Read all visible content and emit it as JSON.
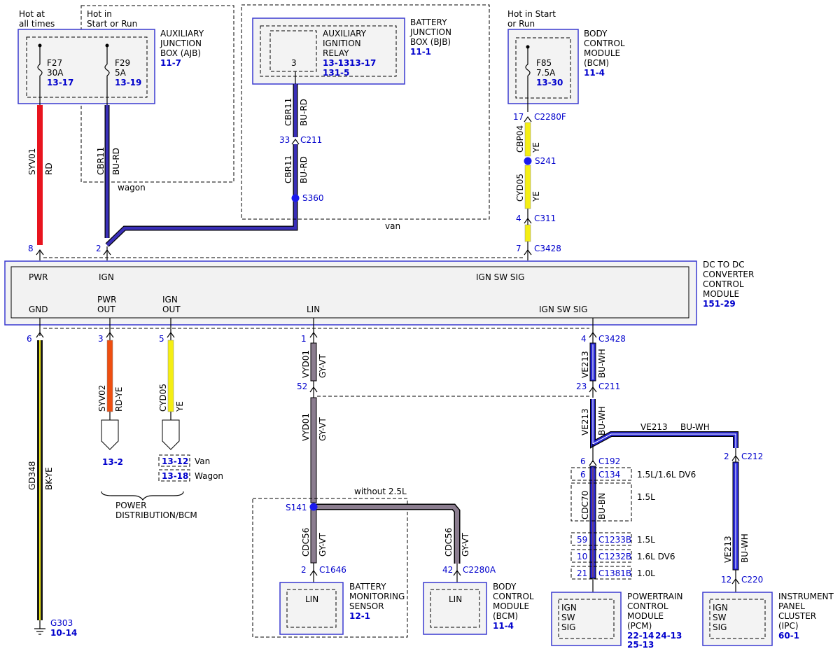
{
  "top_labels": {
    "hot_at_all_times": [
      "Hot at",
      "all times"
    ],
    "hot_in_start_run_1": [
      "Hot in",
      "Start or Run"
    ],
    "hot_in_start_run_2": [
      "Hot in Start",
      "or Run"
    ]
  },
  "modules": {
    "ajb": {
      "lines": [
        "AUXILIARY",
        "JUNCTION",
        "BOX (AJB)"
      ],
      "ref": "11-7"
    },
    "bjb": {
      "lines": [
        "BATTERY",
        "JUNCTION",
        "BOX (BJB)"
      ],
      "ref": "11-1"
    },
    "bcm_top": {
      "lines": [
        "BODY",
        "CONTROL",
        "MODULE",
        "(BCM)"
      ],
      "ref": "11-4"
    },
    "dcdc": {
      "lines": [
        "DC TO DC",
        "CONVERTER",
        "CONTROL",
        "MODULE"
      ],
      "ref": "151-29"
    },
    "bms": {
      "lines": [
        "BATTERY",
        "MONITORING",
        "SENSOR"
      ],
      "ref": "12-1"
    },
    "bcm_bottom": {
      "lines": [
        "BODY",
        "CONTROL",
        "MODULE",
        "(BCM)"
      ],
      "ref": "11-4"
    },
    "pcm": {
      "lines": [
        "POWERTRAIN",
        "CONTROL",
        "MODULE",
        "(PCM)"
      ],
      "refs": [
        "22-14",
        "24-13",
        "25-13"
      ]
    },
    "ipc": {
      "lines": [
        "INSTRUMENT",
        "PANEL",
        "CLUSTER",
        "(IPC)"
      ],
      "ref": "60-1"
    }
  },
  "fuses": {
    "f27": {
      "name": "F27",
      "rating": "30A",
      "ref": "13-17"
    },
    "f29": {
      "name": "F29",
      "rating": "5A",
      "ref": "13-19"
    },
    "f85": {
      "name": "F85",
      "rating": "7.5A",
      "ref": "13-30"
    }
  },
  "relay": {
    "lines": [
      "AUXILIARY",
      "IGNITION",
      "RELAY"
    ],
    "pin": "3",
    "refs_line1": [
      "13-13",
      "13-17"
    ],
    "refs_line2": "131-5"
  },
  "dcdc_pins": {
    "pwr": "PWR",
    "ign": "IGN",
    "ign_sw_sig_top": "IGN SW SIG",
    "gnd": "GND",
    "pwr_out": [
      "PWR",
      "OUT"
    ],
    "ign_out": [
      "IGN",
      "OUT"
    ],
    "lin": "LIN",
    "ign_sw_sig_bottom": "IGN SW SIG"
  },
  "wires": {
    "syv01": {
      "circuit": "SYV01",
      "color": "RD"
    },
    "cbr11_a": {
      "circuit": "CBR11",
      "color": "BU-RD"
    },
    "cbr11_b": {
      "circuit": "CBR11",
      "color": "BU-RD"
    },
    "cbr11_c": {
      "circuit": "CBR11",
      "color": "BU-RD"
    },
    "cbp04": {
      "circuit": "CBP04",
      "color": "YE"
    },
    "cyd05_top": {
      "circuit": "CYD05",
      "color": "YE"
    },
    "gd348": {
      "circuit": "GD348",
      "color": "BK-YE"
    },
    "syv02": {
      "circuit": "SYV02",
      "color": "RD-YE"
    },
    "cyd05_bottom": {
      "circuit": "CYD05",
      "color": "YE"
    },
    "vyd01_a": {
      "circuit": "VYD01",
      "color": "GY-VT"
    },
    "vyd01_b": {
      "circuit": "VYD01",
      "color": "GY-VT"
    },
    "ve213_a": {
      "circuit": "VE213",
      "color": "BU-WH"
    },
    "ve213_b": {
      "circuit": "VE213",
      "color": "BU-WH"
    },
    "ve213_h": {
      "circuit": "VE213",
      "color": "BU-WH"
    },
    "ve213_ipc": {
      "circuit": "VE213",
      "color": "BU-WH"
    },
    "cdc56_a": {
      "circuit": "CDC56",
      "color": "GY-VT"
    },
    "cdc56_b": {
      "circuit": "CDC56",
      "color": "GY-VT"
    },
    "cdc70": {
      "circuit": "CDC70",
      "color": "BU-BN"
    }
  },
  "connectors": {
    "c211_top": {
      "pin": "33",
      "name": "C211"
    },
    "s360": {
      "name": "S360"
    },
    "c2280f": {
      "pin": "17",
      "name": "C2280F"
    },
    "s241": {
      "name": "S241"
    },
    "c311": {
      "pin": "4",
      "name": "C311"
    },
    "c3428_top": {
      "pin": "7",
      "name": "C3428"
    },
    "pin_8": "8",
    "pin_2": "2",
    "pin_6": "6",
    "pin_3": "3",
    "pin_5": "5",
    "pin_1": "1",
    "c211_mid": {
      "pin": "52"
    },
    "c3428_bottom": {
      "pin": "4",
      "name": "C3428"
    },
    "c211_right": {
      "pin": "23",
      "name": "C211"
    },
    "c212": {
      "pin": "2",
      "name": "C212"
    },
    "c192": {
      "pin": "6",
      "name": "C192"
    },
    "c134": {
      "pin": "6",
      "name": "C134",
      "note": "1.5L/1.6L DV6"
    },
    "cdc70_note": "1.5L",
    "c1233b": {
      "pin": "59",
      "name": "C1233B",
      "note": "1.5L"
    },
    "c1232b": {
      "pin": "10",
      "name": "C1232B",
      "note": "1.6L DV6"
    },
    "c1381b": {
      "pin": "21",
      "name": "C1381B",
      "note": "1.0L"
    },
    "c220": {
      "pin": "12",
      "name": "C220"
    },
    "s141": {
      "name": "S141"
    },
    "c1646": {
      "pin": "2",
      "name": "C1646"
    },
    "c2280a": {
      "pin": "42",
      "name": "C2280A"
    },
    "g303": {
      "name": "G303",
      "ref": "10-14"
    }
  },
  "variant_labels": {
    "wagon": "wagon",
    "van": "van",
    "without_25l": "without 2.5L"
  },
  "dest_refs": {
    "pd_ref": "13-2",
    "cyd05_van_ref": "13-12",
    "cyd05_van": "Van",
    "cyd05_wagon_ref": "13-18",
    "cyd05_wagon": "Wagon",
    "power_dist": [
      "POWER",
      "DISTRIBUTION/BCM"
    ]
  },
  "sig_labels": {
    "lin": "LIN",
    "ign_sw_sig": [
      "IGN",
      "SW",
      "SIG"
    ]
  },
  "colors": {
    "red": "#e8141e",
    "blue_red": "#3a2fb8",
    "yellow": "#f4ee14",
    "gray_violet": "#8b7d8f",
    "blue_white": "#2929d9",
    "black_yellow": "#1a1a1a",
    "red_yellow": "#ee4e10",
    "box_border": "#3a3ad0",
    "text_blue": "#0000cc"
  }
}
